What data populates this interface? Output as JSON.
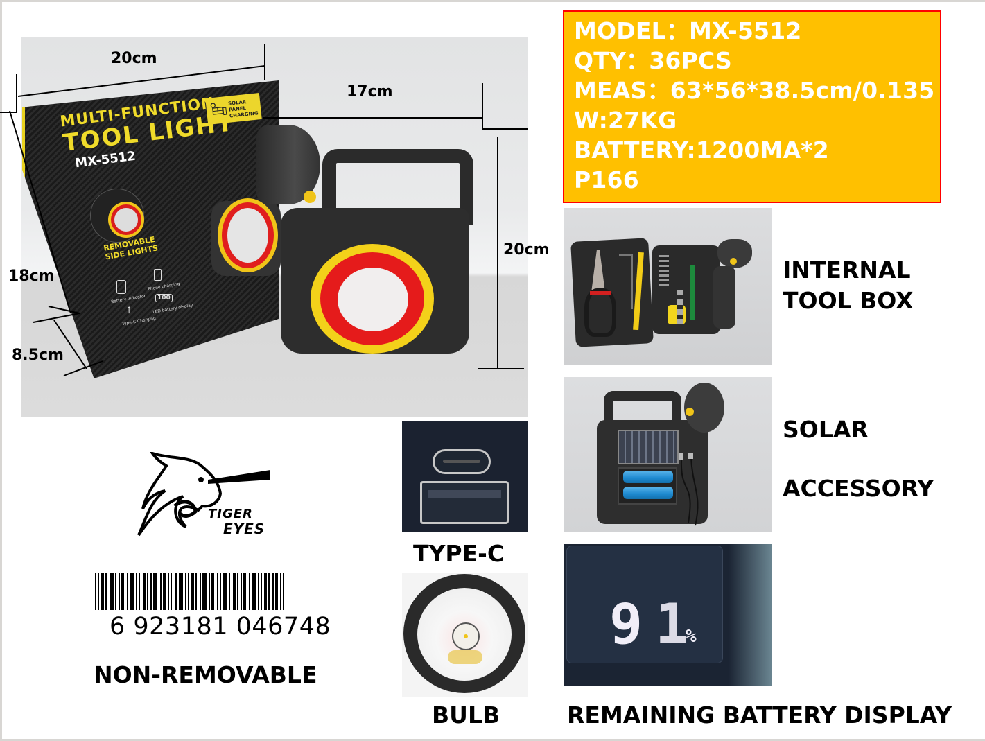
{
  "product": {
    "box_title_line1": "MULTI-FUNCTION",
    "box_title_line2": "TOOL LIGHT",
    "box_model": "MX-5512",
    "box_solar_badge": "SOLAR PANEL CHARGING",
    "box_side_lights": [
      "REMOVABLE",
      "SIDE LIGHTS"
    ],
    "box_feature_icons": [
      {
        "icon": "battery-icon",
        "label": "Battery indicator"
      },
      {
        "icon": "phone-charging-icon",
        "label": "Phone charging"
      },
      {
        "icon": "usb-icon",
        "label": "Type-C Charging"
      },
      {
        "icon": "percent-display-icon",
        "label": "LED battery display",
        "value": "100"
      }
    ]
  },
  "dimensions": {
    "box_width": "20cm",
    "lamp_width": "17cm",
    "lamp_height": "20cm",
    "box_height": "18cm",
    "box_depth": "8.5cm"
  },
  "specs": {
    "lines": [
      "MODEL：MX-5512",
      "QTY：36PCS",
      "MEAS：63*56*38.5cm/0.135",
      "W:27KG",
      "BATTERY:1200MA*2",
      "P166"
    ],
    "bg_color": "#ffc000",
    "border_color": "#ff0000"
  },
  "features": {
    "toolbox_label": [
      "INTERNAL",
      "TOOL BOX"
    ],
    "solar_label": "SOLAR",
    "accessory_label": "ACCESSORY",
    "typec_label": "TYPE-C",
    "bulb_label": "BULB",
    "battery_display_label": "REMAINING BATTERY DISPLAY",
    "battery_display_value": "91",
    "battery_display_unit": "%"
  },
  "brand": {
    "line1": "TIGER",
    "line2": "EYES"
  },
  "barcode": {
    "number": "6 923181 046748"
  },
  "battery_note": "NON-REMOVABLE"
}
